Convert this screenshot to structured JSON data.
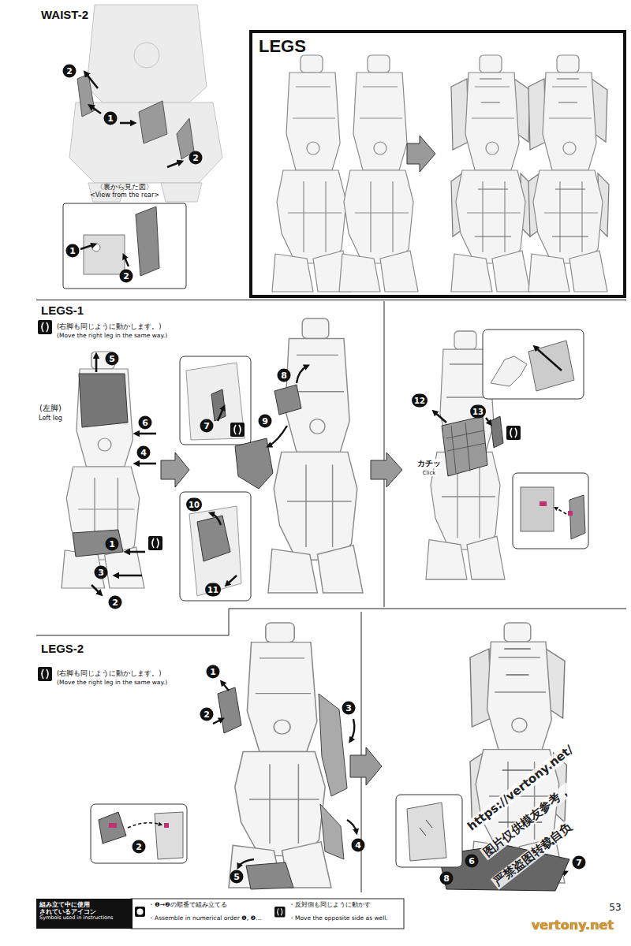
{
  "diagram": {
    "nodes": [
      {
        "text": [
          "WAIST-2"
        ]
      },
      {
        "text": [
          "〈裏から見た図〉",
          "<View from the rear>"
        ],
        "in": 0
      },
      {
        "text": [
          "LEGS"
        ]
      },
      {
        "text": [
          "LEGS-1"
        ]
      },
      {
        "text": [
          "LEGS-2"
        ]
      },
      {
        "text": [
          "組み立て中に使用 されているアイコン",
          "Symbols used in instructions"
        ]
      }
    ],
    "labels": [
      "2",
      "1",
      "2",
      "1",
      "2",
      "(右脚も同じように動かします。)",
      "(Move the right leg in the same way.)",
      "5",
      "(左脚)",
      "Left leg",
      "6",
      "4",
      "1",
      "3",
      "2",
      "7",
      "8",
      "9",
      "10",
      "11",
      "12",
      "13",
      "カチッ",
      "Click",
      "(右脚も同じように動かします。)",
      "(Move the right leg in the same way.)",
      "1",
      "2",
      "2",
      "3",
      "4",
      "5",
      "6",
      "7",
      "8",
      "53",
      "https://vertony.net/",
      "图片仅供模友参考，",
      "严禁盗图转载自负",
      "vertony.net"
    ],
    "legend": [
      {
        "text": "・❶→❷の順番で組み立てる"
      },
      {
        "text": "・Assemble in numerical order ❶, ❷..."
      },
      {
        "text": "・反対側も同じように動かす"
      },
      {
        "text": "・Move the opposite side as well."
      }
    ]
  }
}
